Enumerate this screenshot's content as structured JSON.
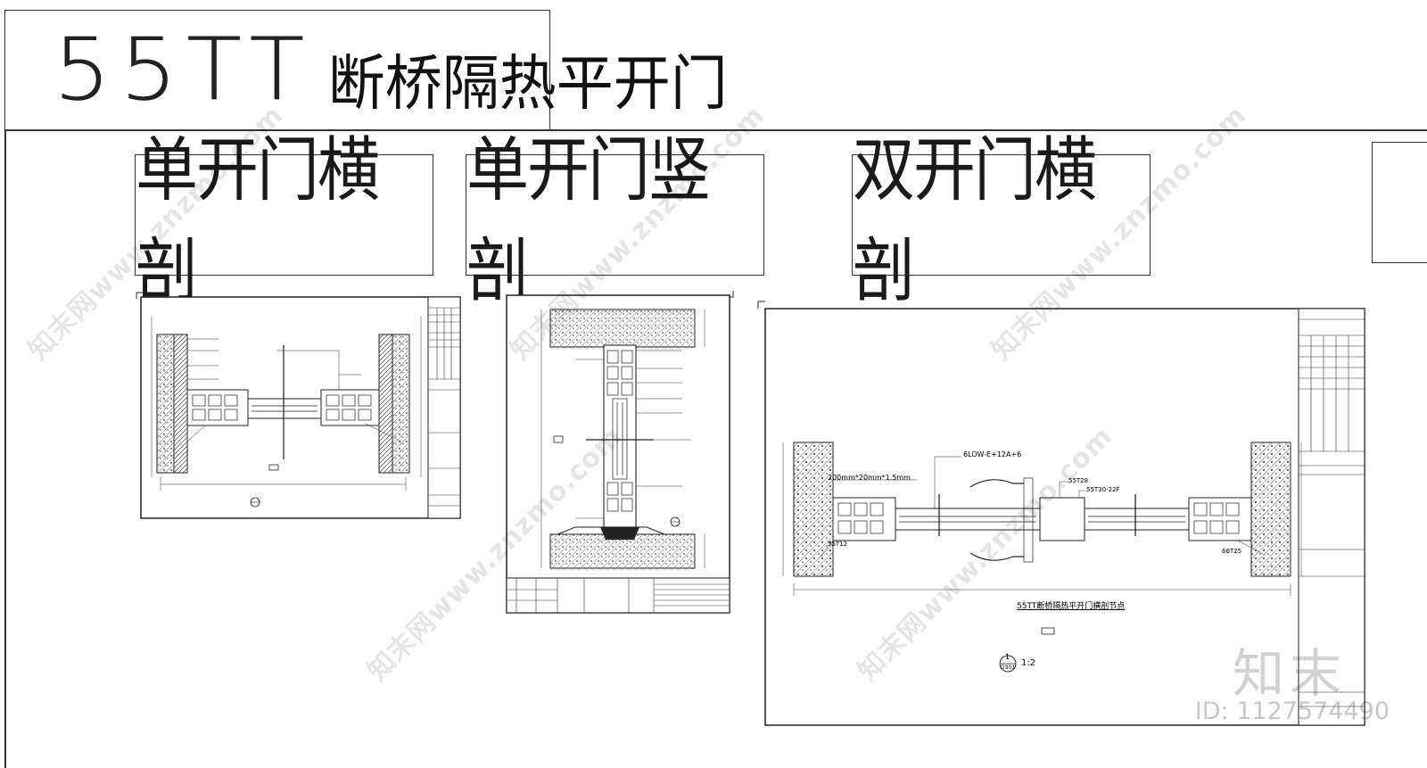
{
  "header": {
    "title_num": "55TT",
    "title_cn": "断桥隔热平开门"
  },
  "labels": {
    "single_horizontal": "单开门横剖",
    "single_vertical": "单开门竖剖",
    "double_horizontal": "双开门横剖"
  },
  "drawing3": {
    "callouts": [
      "6LOW-E+12A+6",
      "200mm*20mm*1.5mm",
      "55T28",
      "55T30-22F",
      "55T12",
      "66T25"
    ],
    "caption": "55TT断桥隔热平开门横剖节点",
    "scale_num": "1",
    "scale_ref": "D301",
    "scale": "1:2"
  },
  "watermark": {
    "text": "知末网www.znzmo.com",
    "logo": "知末",
    "id": "ID: 1127574490"
  }
}
